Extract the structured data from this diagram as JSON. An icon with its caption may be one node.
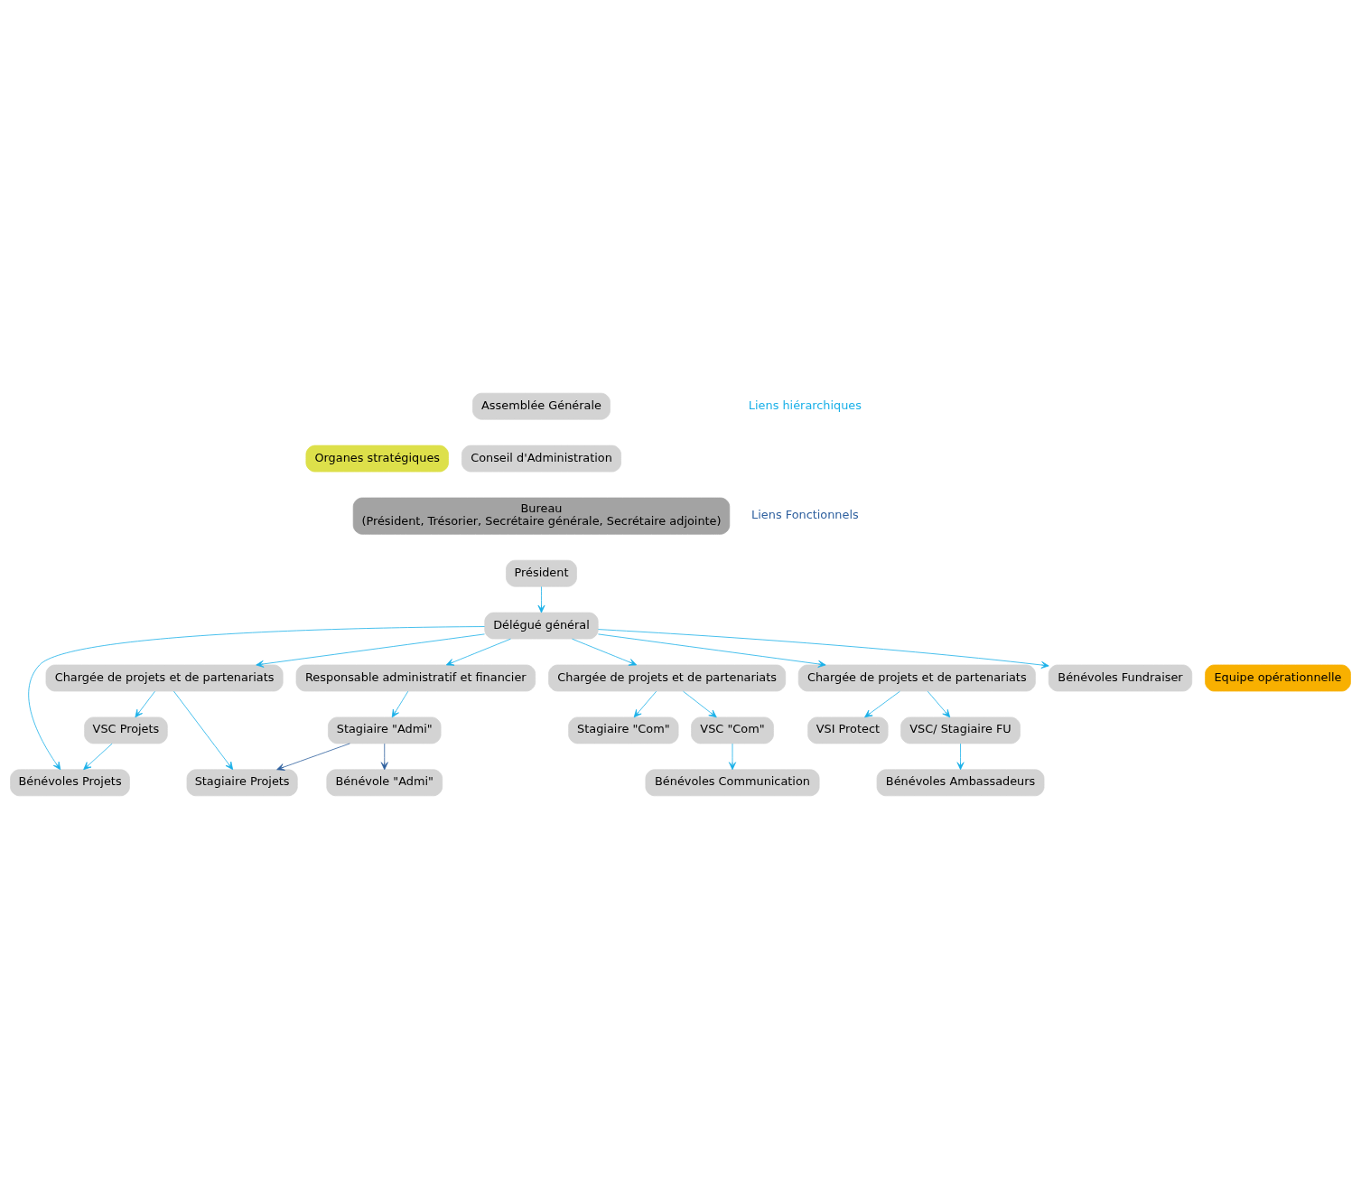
{
  "diagram": {
    "nodes": [
      {
        "text": [
          "Organes stratégiques"
        ]
      },
      {
        "text": [
          "Assemblée Générale"
        ]
      },
      {
        "text": [
          "Conseil d'Administration"
        ]
      },
      {
        "text": [
          "Bureau",
          "(Président, Trésorier, Secrétaire générale, Secrétaire adjointe)"
        ]
      },
      {
        "text": [
          "Président"
        ]
      },
      {
        "text": [
          "Délégué général"
        ]
      },
      {
        "text": [
          "Equipe opérationnelle"
        ]
      },
      {
        "text": [
          "Responsable administratif et financier"
        ]
      },
      {
        "text": [
          "Chargée de projets et de partenariats"
        ]
      },
      {
        "text": [
          "Chargée de projets et de partenariats"
        ]
      },
      {
        "text": [
          "Chargée de projets et de partenariats"
        ]
      },
      {
        "text": [
          "Stagiaire \"Admi\""
        ]
      },
      {
        "text": [
          "Stagiaire Projets"
        ]
      },
      {
        "text": [
          "VSC Projets"
        ]
      },
      {
        "text": [
          "Stagiaire \"Com\""
        ]
      },
      {
        "text": [
          "VSC \"Com\""
        ]
      },
      {
        "text": [
          "VSI Protect"
        ]
      },
      {
        "text": [
          "VSC/ Stagiaire FU"
        ]
      },
      {
        "text": [
          "Bénévole \"Admi\""
        ]
      },
      {
        "text": [
          "Bénévoles Projets"
        ]
      },
      {
        "text": [
          "Bénévoles Fundraiser"
        ]
      },
      {
        "text": [
          "Bénévoles Communication"
        ]
      },
      {
        "text": [
          "Bénévoles Ambassadeurs"
        ]
      }
    ],
    "edges": [
      {
        "from": 4,
        "to": 5,
        "arrow": "to"
      },
      {
        "from": 5,
        "to": 7,
        "arrow": "to"
      },
      {
        "from": 5,
        "to": 8,
        "arrow": "to"
      },
      {
        "from": 5,
        "to": 19,
        "arrow": "to"
      },
      {
        "from": 5,
        "to": 20,
        "arrow": "to"
      },
      {
        "from": 5,
        "to": 9,
        "arrow": "to"
      },
      {
        "from": 5,
        "to": 10,
        "arrow": "to"
      },
      {
        "from": 7,
        "to": 11,
        "arrow": "to"
      },
      {
        "from": 8,
        "to": 12,
        "arrow": "to"
      },
      {
        "from": 8,
        "to": 13,
        "arrow": "to"
      },
      {
        "from": 9,
        "to": 14,
        "arrow": "to"
      },
      {
        "from": 9,
        "to": 15,
        "arrow": "to"
      },
      {
        "from": 10,
        "to": 16,
        "arrow": "to"
      },
      {
        "from": 10,
        "to": 17,
        "arrow": "to"
      },
      {
        "from": 13,
        "to": 19,
        "arrow": "to"
      },
      {
        "from": 15,
        "to": 21,
        "arrow": "to"
      },
      {
        "from": 17,
        "to": 22,
        "arrow": "to"
      },
      {
        "from": 11,
        "to": 12,
        "arrow": "to",
        "color": "#2d5f9e"
      },
      {
        "from": 11,
        "to": 18,
        "arrow": "to",
        "color": "#2d5f9e"
      }
    ],
    "legend": [
      {
        "text": "Liens hiérarchiques"
      },
      {
        "text": "Liens Fonctionnels"
      }
    ]
  }
}
